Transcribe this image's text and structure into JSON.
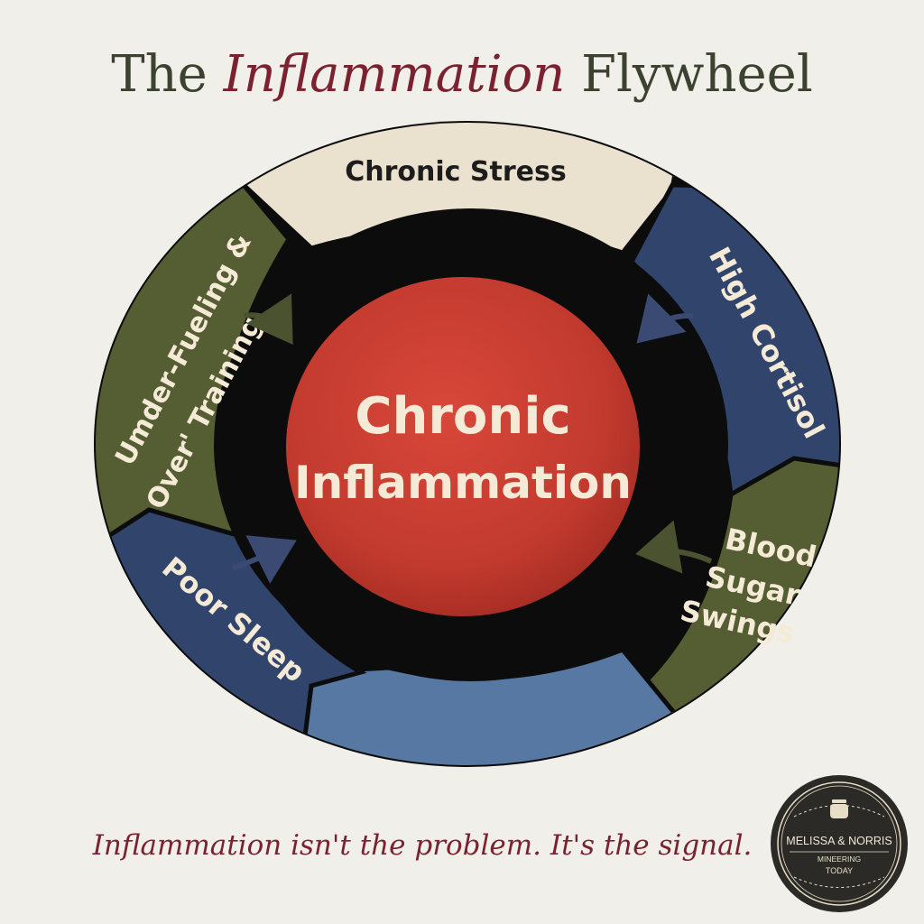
{
  "title": {
    "prefix": "The",
    "emphasis": "Inflammation",
    "suffix": "Flywheel"
  },
  "center": {
    "line1": "Chronic",
    "line2": "Inflammation"
  },
  "segments": [
    {
      "id": "chronic-stress",
      "lines": [
        "Chronic Stress"
      ]
    },
    {
      "id": "high-cortisol",
      "lines": [
        "High Cortisol"
      ]
    },
    {
      "id": "blood-sugar-swings",
      "lines": [
        "Blood",
        "Sugar",
        "Swings"
      ]
    },
    {
      "id": "poor-sleep",
      "lines": [
        "Poor Sleep"
      ]
    },
    {
      "id": "under-fueling",
      "lines": [
        "Umder-Fueling &",
        "Over' Training"
      ]
    }
  ],
  "tagline": "Inflammation isn't the problem. It's the signal.",
  "logo": {
    "line1": "MELISSA & NORRIS",
    "line2": "MINEERING",
    "line3": "TODAY"
  },
  "colors": {
    "background": "#f1efea",
    "title_dark": "#3b4230",
    "title_accent": "#7a2230",
    "cream": "#ebe1cf",
    "navy": "#31456c",
    "olive": "#555d33",
    "light_blue": "#5778a2",
    "ring": "#0c0c0c",
    "center_red": "#c73a2f",
    "center_text": "#f4ead6",
    "logo_bg": "#2b2a26"
  }
}
